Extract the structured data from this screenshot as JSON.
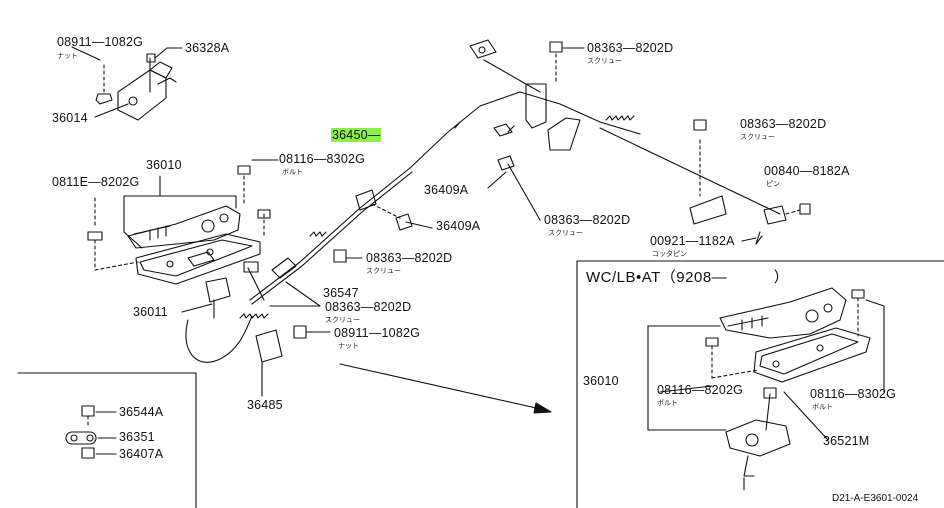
{
  "diagram_code": "D21-A-E3601-0024",
  "inset_title": "WC/LB•AT（9208—　　　）",
  "sublabels": {
    "nut": "ナット",
    "bolt": "ボルト",
    "screw": "スクリュー",
    "pin": "ピン",
    "cotter": "コッタピン"
  },
  "parts": [
    {
      "id": "p_08911_1082g_top",
      "label": "08911—1082G"
    },
    {
      "id": "p_36328a",
      "label": "36328A"
    },
    {
      "id": "p_36014",
      "label": "36014"
    },
    {
      "id": "p_36010",
      "label": "36010"
    },
    {
      "id": "p_0811e_8202g",
      "label": "0811E—8202G"
    },
    {
      "id": "p_08116_8302g",
      "label": "08116—8302G"
    },
    {
      "id": "p_36450",
      "label": "36450—"
    },
    {
      "id": "p_36409a_1",
      "label": "36409A"
    },
    {
      "id": "p_36409a_2",
      "label": "36409A"
    },
    {
      "id": "p_08363_8202d_a",
      "label": "08363—8202D"
    },
    {
      "id": "p_08363_8202d_b",
      "label": "08363—8202D"
    },
    {
      "id": "p_08363_8202d_c",
      "label": "08363—8202D"
    },
    {
      "id": "p_08363_8202d_d",
      "label": "08363—8202D"
    },
    {
      "id": "p_08363_8202d_e",
      "label": "08363—8202D"
    },
    {
      "id": "p_00840_8182a",
      "label": "00840—8182A"
    },
    {
      "id": "p_00921_1182a",
      "label": "00921—1182A"
    },
    {
      "id": "p_36547",
      "label": "36547"
    },
    {
      "id": "p_08911_1082g_b",
      "label": "08911—1082G"
    },
    {
      "id": "p_36011",
      "label": "36011"
    },
    {
      "id": "p_36485",
      "label": "36485"
    },
    {
      "id": "p_36544a",
      "label": "36544A"
    },
    {
      "id": "p_36351",
      "label": "36351"
    },
    {
      "id": "p_36407a",
      "label": "36407A"
    },
    {
      "id": "p_36010_inset",
      "label": "36010"
    },
    {
      "id": "p_08116_8202g",
      "label": "08116—8202G"
    },
    {
      "id": "p_08116_8302g_inset",
      "label": "08116—8302G"
    },
    {
      "id": "p_36521m",
      "label": "36521M"
    }
  ]
}
